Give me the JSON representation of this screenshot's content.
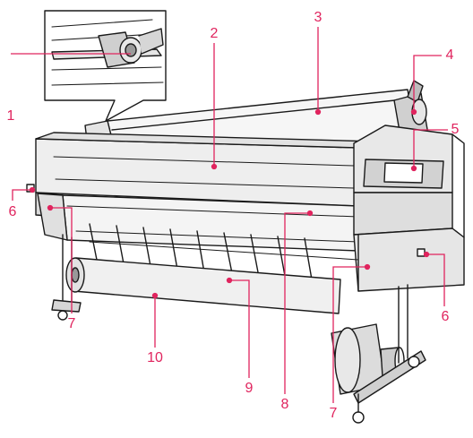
{
  "colors": {
    "callout": "#e0245e",
    "outline": "#1a1a1a",
    "shade_light": "#f2f2f2",
    "shade_mid": "#dcdcdc",
    "shade_dark": "#b8b8b8"
  },
  "callouts": [
    {
      "id": "1",
      "label": "1"
    },
    {
      "id": "2",
      "label": "2"
    },
    {
      "id": "3",
      "label": "3"
    },
    {
      "id": "4",
      "label": "4"
    },
    {
      "id": "5",
      "label": "5"
    },
    {
      "id": "6-left",
      "label": "6"
    },
    {
      "id": "6-right",
      "label": "6"
    },
    {
      "id": "7-left",
      "label": "7"
    },
    {
      "id": "7-right",
      "label": "7"
    },
    {
      "id": "8",
      "label": "8"
    },
    {
      "id": "9",
      "label": "9"
    },
    {
      "id": "10",
      "label": "10"
    }
  ]
}
